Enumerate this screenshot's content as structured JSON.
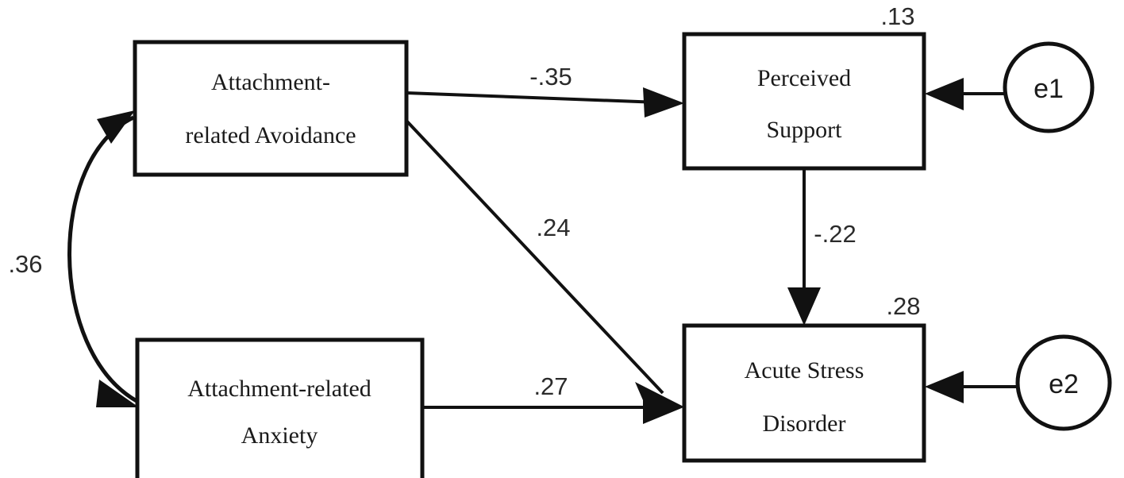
{
  "diagram": {
    "type": "structural-equation-model",
    "nodes": [
      {
        "id": "avoidance",
        "line1": "Attachment-",
        "line2": "related Avoidance"
      },
      {
        "id": "anxiety",
        "line1": "Attachment-related",
        "line2": "Anxiety"
      },
      {
        "id": "support",
        "line1": "Perceived",
        "line2": "Support"
      },
      {
        "id": "asd",
        "line1": "Acute Stress",
        "line2": "Disorder"
      }
    ],
    "errors": [
      {
        "id": "e1",
        "label": "e1"
      },
      {
        "id": "e2",
        "label": "e2"
      }
    ],
    "paths": [
      {
        "id": "avoidance-to-support",
        "label": "-.35"
      },
      {
        "id": "avoidance-to-asd",
        "label": ".24"
      },
      {
        "id": "support-to-asd",
        "label": "-.22"
      },
      {
        "id": "anxiety-to-asd",
        "label": ".27"
      },
      {
        "id": "avoidance-anxiety-correlation",
        "label": ".36"
      }
    ],
    "variances": [
      {
        "id": "support-r2",
        "label": ".13"
      },
      {
        "id": "asd-r2",
        "label": ".28"
      }
    ],
    "colors": {
      "stroke": "#111111",
      "text": "#1a1a1a",
      "background": "#ffffff"
    }
  }
}
